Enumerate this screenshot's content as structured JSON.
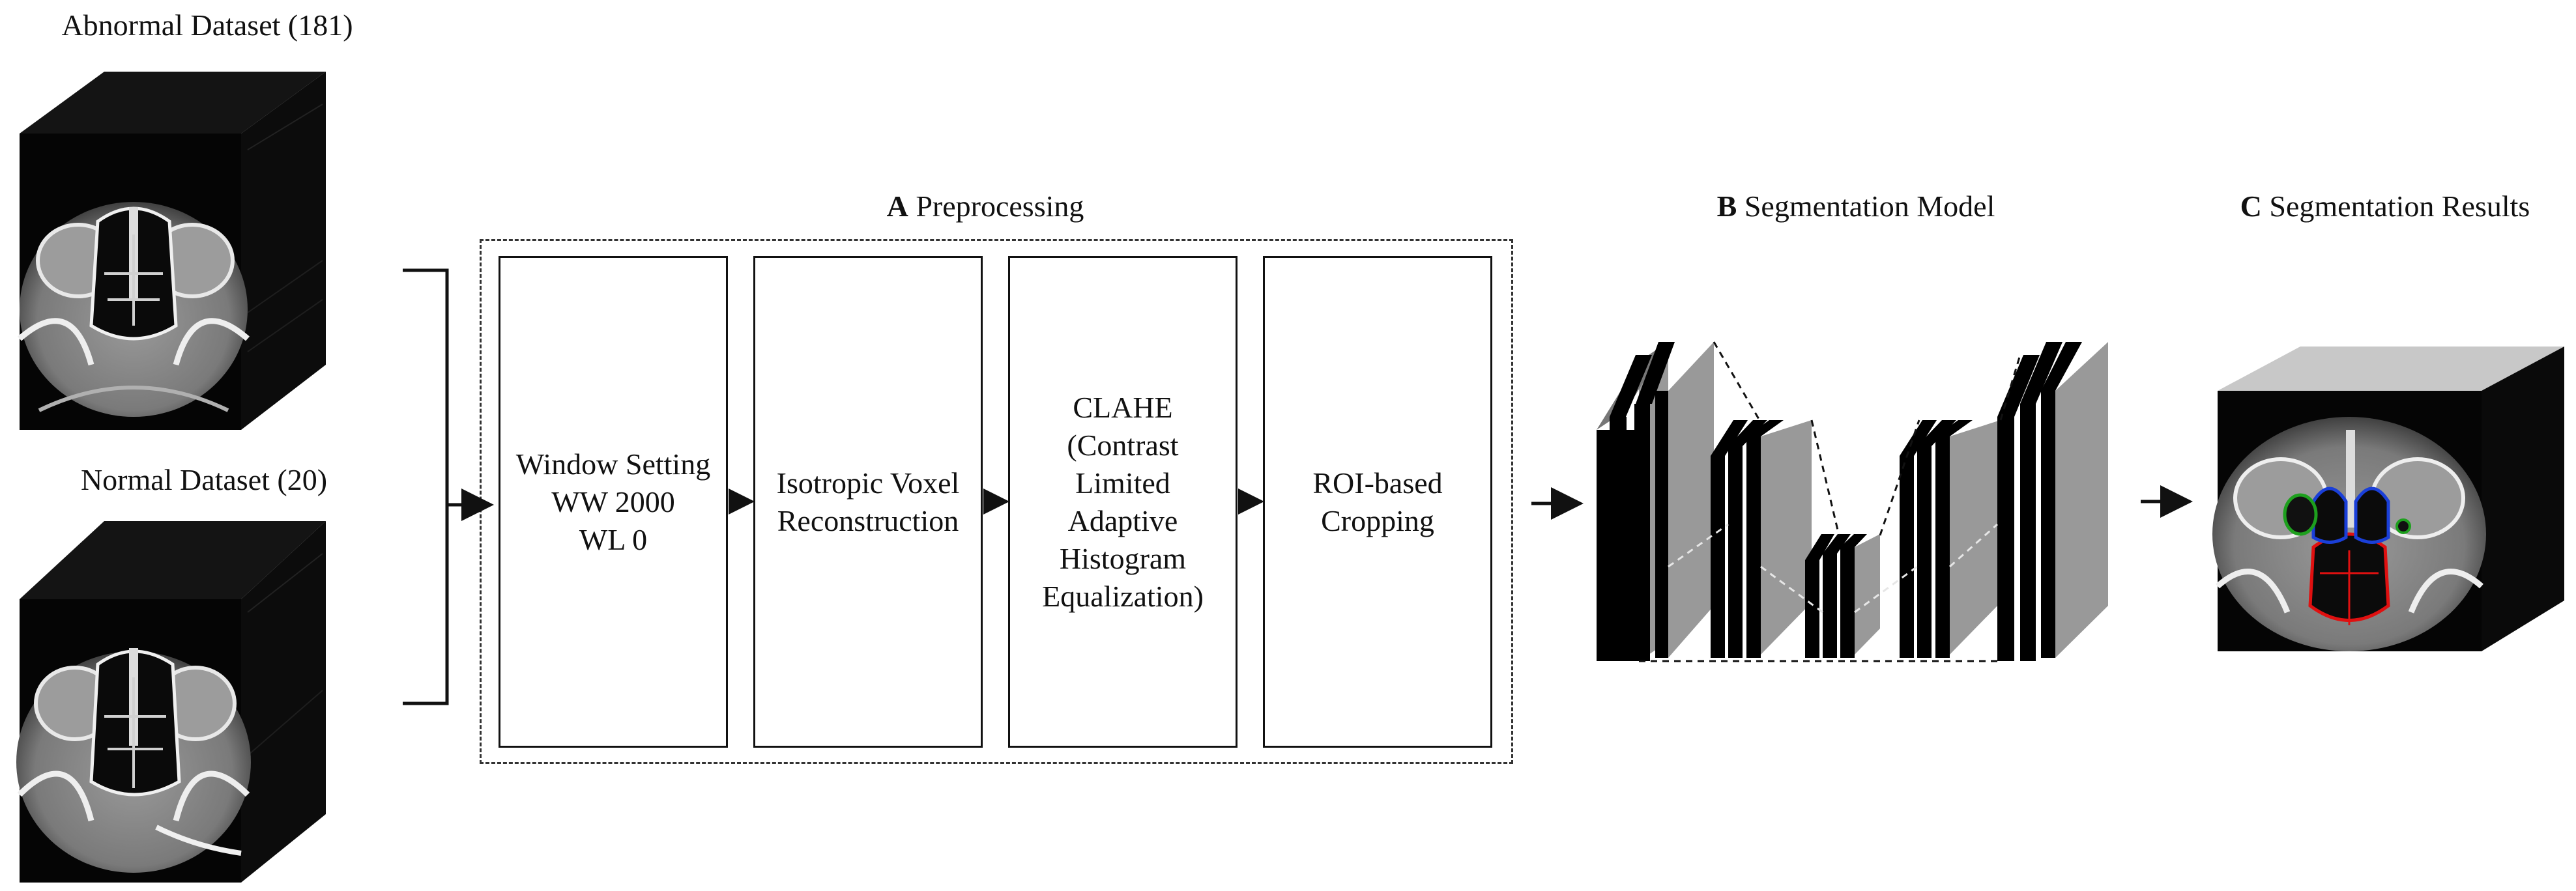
{
  "datasets": {
    "abnormal_label": "Abnormal Dataset (181)",
    "normal_label": "Normal Dataset (20)"
  },
  "preprocessing": {
    "section_letter": "A",
    "section_title": "Preprocessing",
    "steps": [
      {
        "lines": [
          "Window Setting",
          "WW 2000",
          "WL 0"
        ]
      },
      {
        "lines": [
          "Isotropic Voxel",
          "Reconstruction"
        ]
      },
      {
        "lines": [
          "CLAHE",
          "(Contrast",
          "Limited",
          "Adaptive",
          "Histogram",
          "Equalization)"
        ]
      },
      {
        "lines": [
          "ROI-based",
          "Cropping"
        ]
      }
    ]
  },
  "model": {
    "section_letter": "B",
    "section_title": "Segmentation Model"
  },
  "results": {
    "section_letter": "C",
    "section_title": "Segmentation Results"
  },
  "colors": {
    "mask_red": "#e01010",
    "mask_blue": "#1a3fd8",
    "mask_green": "#1ea01e",
    "cube_side": "#0a0a0a",
    "result_top": "#c8c8c8",
    "layer_side": "#999999"
  }
}
